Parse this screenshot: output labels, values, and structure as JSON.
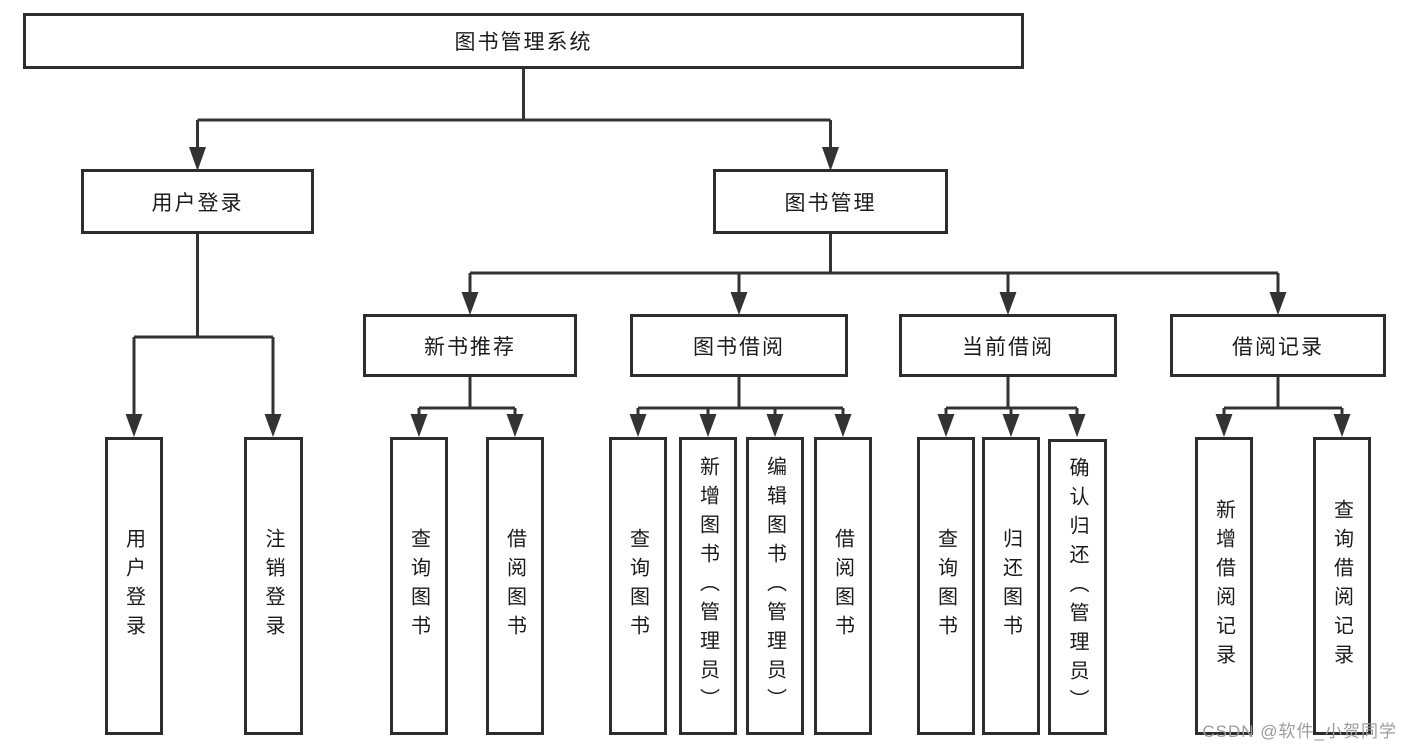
{
  "tree": {
    "label": "图书管理系统",
    "children": [
      {
        "label": "用户登录",
        "children": [
          {
            "label": "用户登录"
          },
          {
            "label": "注销登录"
          }
        ]
      },
      {
        "label": "图书管理",
        "children": [
          {
            "label": "新书推荐",
            "children": [
              {
                "label": "查询图书"
              },
              {
                "label": "借阅图书"
              }
            ]
          },
          {
            "label": "图书借阅",
            "children": [
              {
                "label": "查询图书"
              },
              {
                "label": "新增图书（管理员）"
              },
              {
                "label": "编辑图书（管理员）"
              },
              {
                "label": "借阅图书"
              }
            ]
          },
          {
            "label": "当前借阅",
            "children": [
              {
                "label": "查询图书"
              },
              {
                "label": "归还图书"
              },
              {
                "label": "确认归还（管理员）"
              }
            ]
          },
          {
            "label": "借阅记录",
            "children": [
              {
                "label": "新增借阅记录"
              },
              {
                "label": "查询借阅记录"
              }
            ]
          }
        ]
      }
    ]
  },
  "watermark": {
    "text": "CSDN @软件_小贺同学",
    "color": "#9c9c9c"
  },
  "colors": {
    "line": "#333333",
    "node_border": "#2d2d2d",
    "node_text": "#1b1b1b",
    "background": "#ffffff"
  }
}
